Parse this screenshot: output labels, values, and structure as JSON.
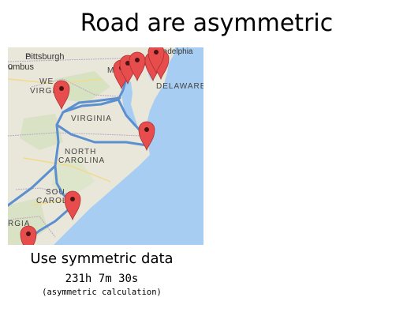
{
  "page": {
    "title": "Road are asymmetric",
    "caption": "Use symmetric data",
    "duration": "231h 7m 30s",
    "duration_note": "(asymmetric calculation)"
  },
  "map": {
    "labels": {
      "pittsburgh": "Pittsburgh",
      "columbus": "umbus",
      "philadelphia": "Philadelphia",
      "maryland": "MA",
      "delaware": "DELAWARE",
      "west_virginia_1": "WE",
      "west_virginia_2": "VIRGI",
      "virginia": "VIRGINIA",
      "north_carolina_1": "NORTH",
      "north_carolina_2": "CAROLINA",
      "south_carolina_1": "SOU",
      "south_carolina_2": "CAROLI",
      "georgia": "RGIA"
    },
    "colors": {
      "land": "#e9e6da",
      "water": "#a7cdf2",
      "route": "#5b8fd0",
      "marker": "#e84d4d"
    },
    "marker_icon": "map-pin-icon",
    "marker_count": 10
  }
}
